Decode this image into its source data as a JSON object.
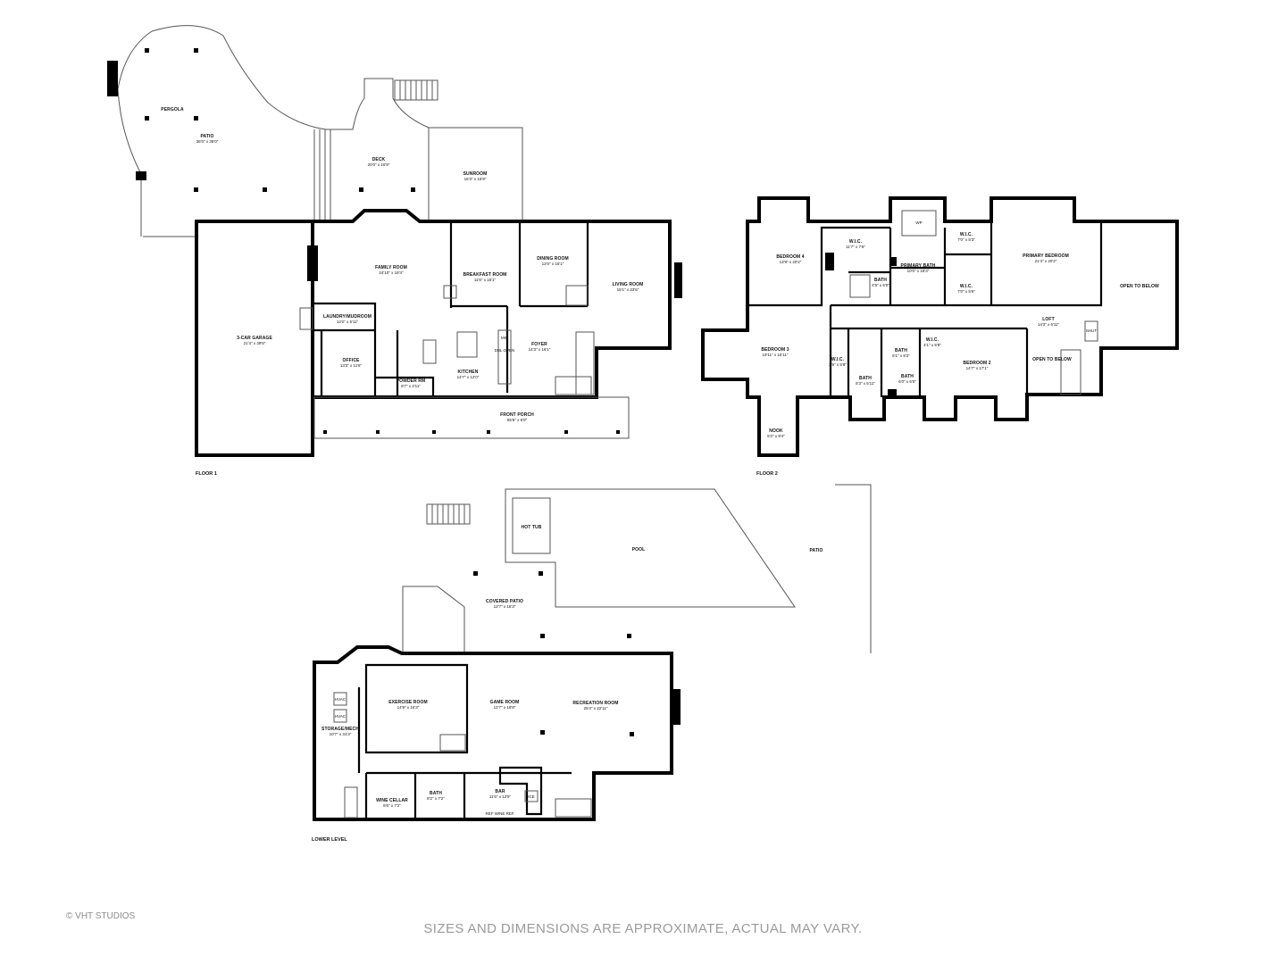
{
  "credit": "© VHT STUDIOS",
  "disclaimer": "SIZES AND DIMENSIONS ARE APPROXIMATE, ACTUAL MAY VARY.",
  "floors": {
    "floor1": "FLOOR 1",
    "floor2": "FLOOR 2",
    "lower": "LOWER LEVEL"
  },
  "rooms": {
    "pergola": {
      "name": "PERGOLA",
      "dim": ""
    },
    "patio1": {
      "name": "PATIO",
      "dim": "36'0\" x 35'0\""
    },
    "deck": {
      "name": "DECK",
      "dim": "20'0\" x 16'9\""
    },
    "sunroom": {
      "name": "SUNROOM",
      "dim": "16'3\" x 16'9\""
    },
    "garage": {
      "name": "3-CAR GARAGE",
      "dim": "21'4\" x 39'5\""
    },
    "family": {
      "name": "FAMILY ROOM",
      "dim": "24'10\" x 18'4\""
    },
    "breakfast": {
      "name": "BREAKFAST ROOM",
      "dim": "11'6\" x 15'1\""
    },
    "dining": {
      "name": "DINING ROOM",
      "dim": "12'0\" x 15'1\""
    },
    "living": {
      "name": "LIVING ROOM",
      "dim": "15'1\" x 23'6\""
    },
    "laundry": {
      "name": "LAUNDRY/MUDROOM",
      "dim": "12'2\" x 5'11\""
    },
    "office": {
      "name": "OFFICE",
      "dim": "13'3\" x 11'6\""
    },
    "powder": {
      "name": "POWDER RM",
      "dim": "8'7\" x 3'11\""
    },
    "kitchen": {
      "name": "KITCHEN",
      "dim": "14'7\" x 12'0\""
    },
    "foyer": {
      "name": "FOYER",
      "dim": "14'3\" x 16'1\""
    },
    "porch": {
      "name": "FRONT PORCH",
      "dim": "55'6\" x 6'0\""
    },
    "bed4": {
      "name": "BEDROOM 4",
      "dim": "13'9\" x 20'2\""
    },
    "wic1": {
      "name": "W.I.C.",
      "dim": "11'7\" x 7'6\""
    },
    "primbath": {
      "name": "PRIMARY BATH",
      "dim": "10'0\" x 18'3\""
    },
    "wic2": {
      "name": "W.I.C.",
      "dim": "7'0\" x 5'3\""
    },
    "wic3": {
      "name": "W.I.C.",
      "dim": "7'0\" x 5'6\""
    },
    "primbed": {
      "name": "PRIMARY BEDROOM",
      "dim": "21'4\" x 20'2\""
    },
    "open1": {
      "name": "OPEN TO BELOW",
      "dim": ""
    },
    "bath1": {
      "name": "BATH",
      "dim": "4'5\" x 6'0\""
    },
    "bed3": {
      "name": "BEDROOM 3",
      "dim": "19'11\" x 15'11\""
    },
    "wic4": {
      "name": "W.I.C.",
      "dim": "3'9\" x 5'8\""
    },
    "bath2": {
      "name": "BATH",
      "dim": "5'3\" x 5'11\""
    },
    "bath3": {
      "name": "BATH",
      "dim": "6'1\" x 8'2\""
    },
    "bath4": {
      "name": "BATH",
      "dim": "6'0\" x 6'0\""
    },
    "wic5": {
      "name": "W.I.C.",
      "dim": "4'1\" x 5'8\""
    },
    "bed2": {
      "name": "BEDROOM 2",
      "dim": "14'7\" x 17'1\""
    },
    "loft": {
      "name": "LOFT",
      "dim": "14'3\" x 6'11\""
    },
    "open2": {
      "name": "OPEN TO BELOW",
      "dim": ""
    },
    "nook": {
      "name": "NOOK",
      "dim": "5'2\" x 9'4\""
    },
    "hottub": {
      "name": "HOT TUB",
      "dim": ""
    },
    "pool": {
      "name": "POOL",
      "dim": ""
    },
    "patio2": {
      "name": "PATIO",
      "dim": ""
    },
    "covpatio": {
      "name": "COVERED PATIO",
      "dim": "12'7\" x 16'3\""
    },
    "exercise": {
      "name": "EXERCISE ROOM",
      "dim": "14'9\" x 16'3\""
    },
    "game": {
      "name": "GAME ROOM",
      "dim": "12'7\" x 18'8\""
    },
    "rec": {
      "name": "RECREATION ROOM",
      "dim": "25'4\" x 22'11\""
    },
    "storage": {
      "name": "STORAGE/MECH",
      "dim": "10'7\" x 31'3\""
    },
    "winecellar": {
      "name": "WINE CELLAR",
      "dim": "8'6\" x 7'2\""
    },
    "bathll": {
      "name": "BATH",
      "dim": "8'2\" x 7'2\""
    },
    "bar": {
      "name": "BAR",
      "dim": "11'6\" x 12'5\""
    }
  },
  "fixtures": {
    "hvac1": "HVAC",
    "hvac2": "HVAC",
    "ice": "ICE",
    "ref": "REF",
    "winefridge": "WINE REF.",
    "wp": "WP",
    "mw": "MW",
    "ovn": "DBL OVEN",
    "shut": "SHUT"
  }
}
